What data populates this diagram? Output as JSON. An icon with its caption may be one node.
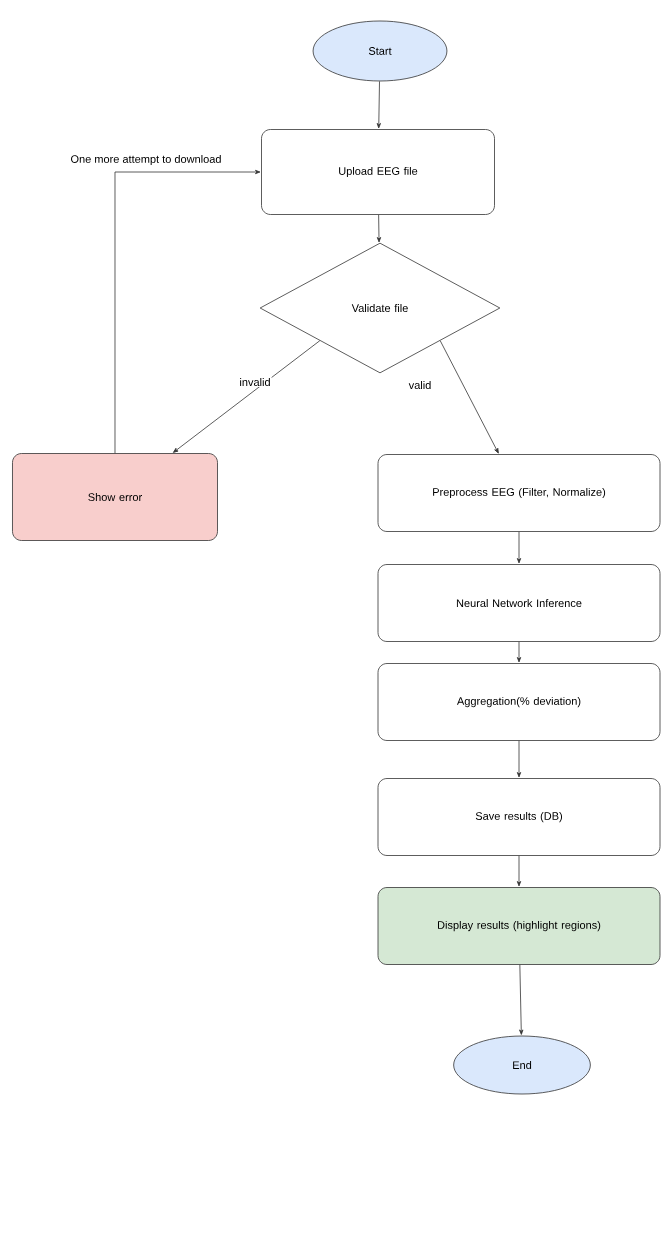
{
  "diagram": {
    "nodes": [
      {
        "text": [
          "Start"
        ]
      },
      {
        "text": [
          "Upload EEG file"
        ]
      },
      {
        "text": [
          "Validate file"
        ]
      },
      {
        "text": [
          "Show error"
        ]
      },
      {
        "text": [
          "Preprocess EEG (Filter, Normalize)"
        ]
      },
      {
        "text": [
          "Neural Network Inference"
        ]
      },
      {
        "text": [
          "Aggregation(% deviation)"
        ]
      },
      {
        "text": [
          "Save results (DB)"
        ]
      },
      {
        "text": [
          "Display results (highlight regions)"
        ]
      },
      {
        "text": [
          "End"
        ]
      }
    ],
    "edges": [
      {
        "from": 0,
        "to": 1,
        "arrow": "to"
      },
      {
        "from": 1,
        "to": 2,
        "arrow": "to"
      },
      {
        "from": 2,
        "to": 3,
        "arrow": "to",
        "label": "invalid"
      },
      {
        "from": 2,
        "to": 4,
        "arrow": "to",
        "label": "valid"
      },
      {
        "from": 3,
        "to": 1,
        "arrow": "to",
        "label": "One more attempt to download"
      },
      {
        "from": 4,
        "to": 5,
        "arrow": "to"
      },
      {
        "from": 5,
        "to": 6,
        "arrow": "to"
      },
      {
        "from": 6,
        "to": 7,
        "arrow": "to"
      },
      {
        "from": 7,
        "to": 8,
        "arrow": "to"
      },
      {
        "from": 8,
        "to": 9,
        "arrow": "to"
      }
    ]
  }
}
